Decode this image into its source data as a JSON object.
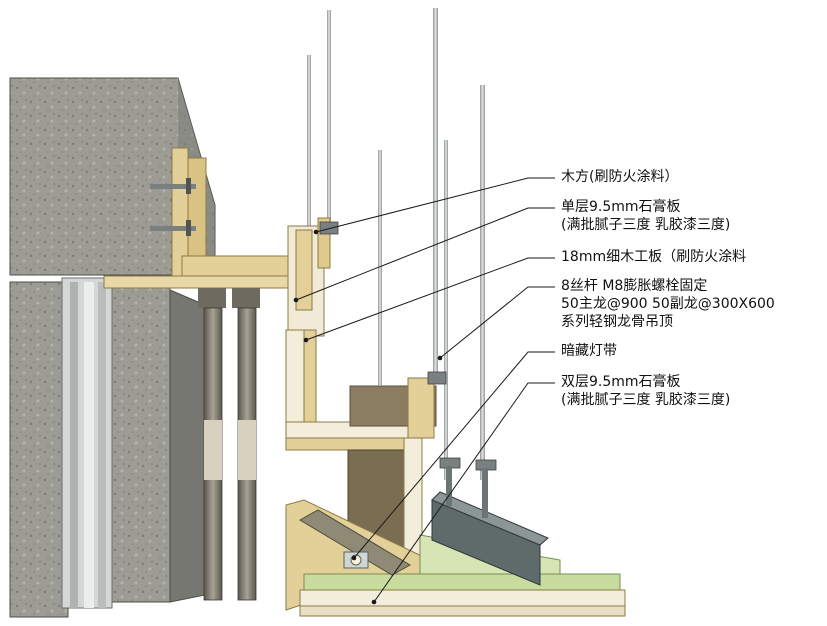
{
  "callouts": [
    {
      "id": "wood-block",
      "lines": [
        "木方(刷防火涂料）"
      ]
    },
    {
      "id": "single-gypsum",
      "lines": [
        "单层9.5mm石膏板",
        "(满批腻子三度 乳胶漆三度)"
      ]
    },
    {
      "id": "plywood",
      "lines": [
        "18mm细木工板（刷防火涂料"
      ]
    },
    {
      "id": "steel-keel",
      "lines": [
        "8丝杆 M8膨胀螺栓固定",
        "50主龙@900  50副龙@300X600",
        "系列轻钢龙骨吊顶"
      ]
    },
    {
      "id": "led-strip",
      "lines": [
        "暗藏灯带"
      ]
    },
    {
      "id": "double-gypsum",
      "lines": [
        "双层9.5mm石膏板",
        "(满批腻子三度 乳胶漆三度)"
      ]
    }
  ],
  "colors": {
    "concrete": "#9a9a94",
    "concrete_dark": "#6f6f69",
    "wood": "#e3cf98",
    "wood_dark": "#c7ad6c",
    "gypsum": "#f3eddb",
    "green_board": "#c9dca0",
    "steel": "#5e6a6a",
    "rod": "#b9bdbd",
    "leader": "#1a1a1a"
  }
}
